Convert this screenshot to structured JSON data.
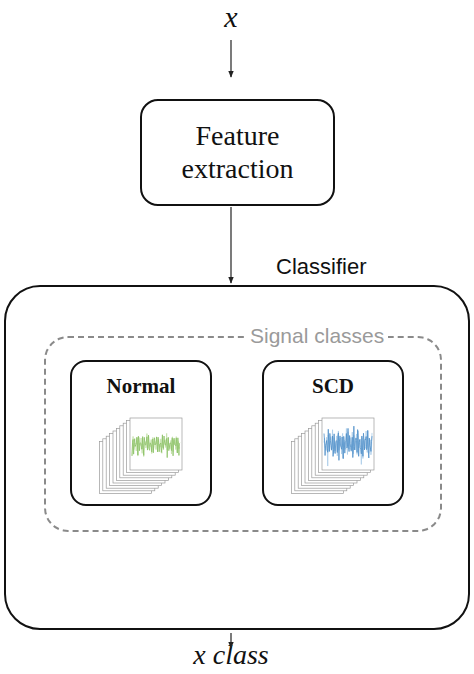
{
  "diagram": {
    "nodes": [
      {
        "text": [
          "Feature extraction"
        ]
      },
      {
        "text": [
          "Classifier"
        ]
      },
      {
        "text": [
          "Signal classes"
        ],
        "in": 1
      },
      {
        "text": [
          "Normal"
        ],
        "in": 2
      },
      {
        "text": [
          "SCD"
        ],
        "in": 2
      }
    ],
    "edges": [
      {
        "from": 0,
        "to": 1,
        "arrow": "to"
      }
    ],
    "labels": [
      "x",
      "x class"
    ]
  }
}
